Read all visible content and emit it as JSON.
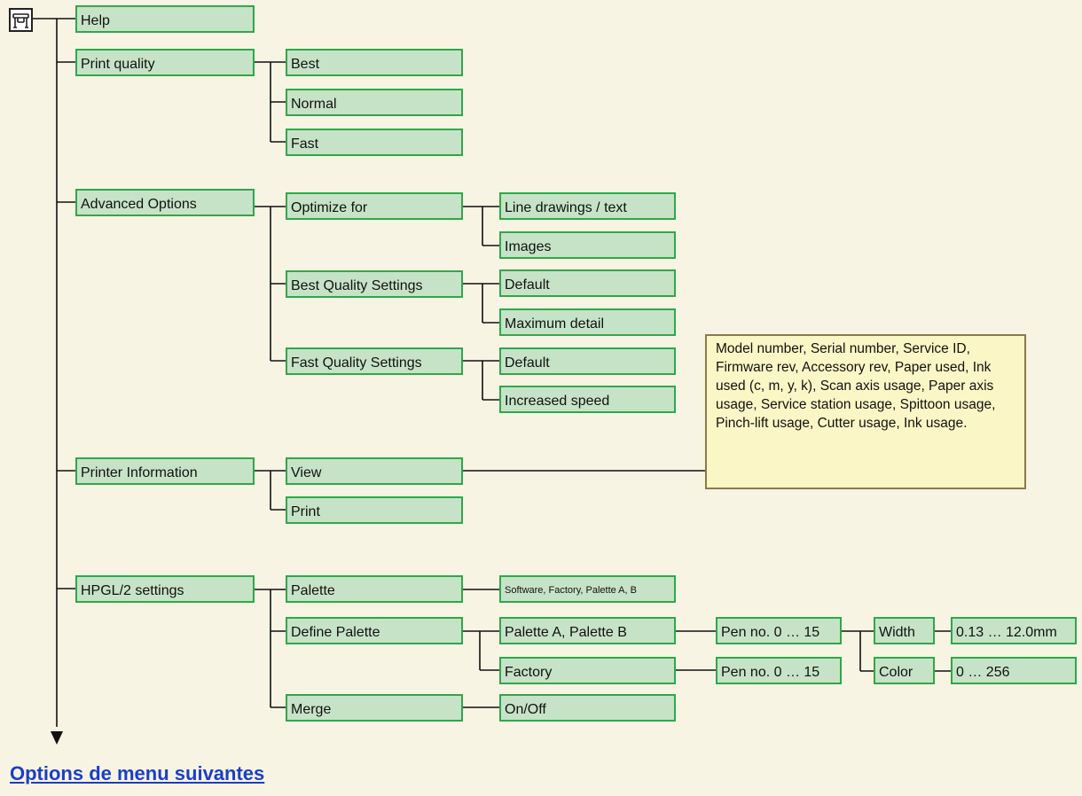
{
  "colors": {
    "background": "#f8f4e3",
    "node_fill": "#c7e3c7",
    "node_border": "#2ea84a",
    "note_fill": "#fbf6c5",
    "note_border": "#8a7a4a",
    "link": "#1a3ec8"
  },
  "icons": {
    "root": "printer-icon",
    "arrow": "arrow-down-icon"
  },
  "nodes": {
    "help": "Help",
    "print_quality": "Print quality",
    "pq_best": "Best",
    "pq_normal": "Normal",
    "pq_fast": "Fast",
    "advanced_options": "Advanced Options",
    "optimize_for": "Optimize for",
    "line_drawings": "Line drawings / text",
    "images": "Images",
    "best_quality_settings": "Best Quality Settings",
    "bqs_default": "Default",
    "bqs_max_detail": "Maximum detail",
    "fast_quality_settings": "Fast Quality Settings",
    "fqs_default": "Default",
    "fqs_increased_speed": "Increased speed",
    "printer_information": "Printer Information",
    "pi_view": "View",
    "pi_print": "Print",
    "hpgl_settings": "HPGL/2 settings",
    "palette": "Palette",
    "palette_values": "Software, Factory, Palette A, B",
    "define_palette": "Define Palette",
    "palette_ab": "Palette A, Palette B",
    "factory": "Factory",
    "pen_no_1": "Pen no. 0 … 15",
    "pen_no_2": "Pen no. 0 … 15",
    "width": "Width",
    "width_values": "0.13 … 12.0mm",
    "color": "Color",
    "color_values": "0 … 256",
    "merge": "Merge",
    "merge_values": "On/Off"
  },
  "note": "Model number, Serial number, Service ID, Firmware rev, Accessory rev, Paper used, Ink used (c, m, y, k), Scan axis usage, Paper axis usage, Service station usage, Spittoon usage, Pinch-lift usage, Cutter usage, Ink usage.",
  "next_link": "Options de menu suivantes"
}
